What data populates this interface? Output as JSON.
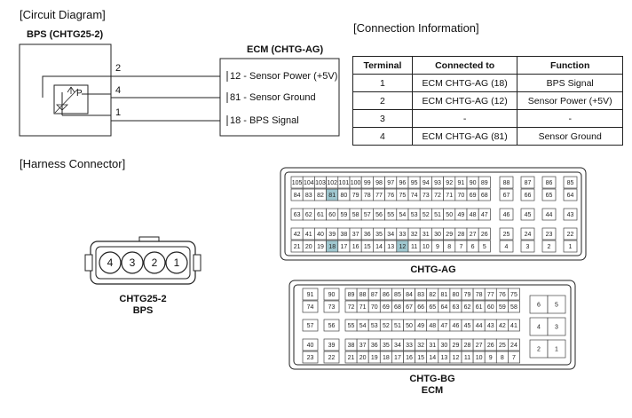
{
  "circuit": {
    "title": "[Circuit Diagram]",
    "bps_label": "BPS (CHTG25-2)",
    "ecm_label": "ECM (CHTG-AG)",
    "wires": [
      {
        "bps_pin": "2",
        "ecm_pin": "12",
        "name": "Sensor Power (+5V)"
      },
      {
        "bps_pin": "4",
        "ecm_pin": "81",
        "name": "Sensor Ground"
      },
      {
        "bps_pin": "1",
        "ecm_pin": "18",
        "name": "BPS Signal"
      }
    ],
    "ecm_lines": [
      "12 - Sensor Power (+5V)",
      "81 - Sensor Ground",
      "18 - BPS Signal"
    ],
    "sensor_symbol": "P"
  },
  "connection": {
    "title": "[Connection Information]",
    "headers": [
      "Terminal",
      "Connected to",
      "Function"
    ],
    "rows": [
      [
        "1",
        "ECM CHTG-AG (18)",
        "BPS Signal"
      ],
      [
        "2",
        "ECM CHTG-AG (12)",
        "Sensor Power (+5V)"
      ],
      [
        "3",
        "-",
        "-"
      ],
      [
        "4",
        "ECM CHTG-AG (81)",
        "Sensor Ground"
      ]
    ]
  },
  "harness": {
    "title": "[Harness Connector]",
    "bps_connector": {
      "name": "CHTG25-2",
      "sub": "BPS",
      "pins": [
        "4",
        "3",
        "2",
        "1"
      ]
    },
    "ag": {
      "name": "CHTG-AG",
      "highlighted": [
        "81",
        "18",
        "12"
      ],
      "main_rows": [
        [
          "105",
          "104",
          "103",
          "102",
          "101",
          "100",
          "99",
          "98",
          "97",
          "96",
          "95",
          "94",
          "93",
          "92",
          "91",
          "90",
          "89"
        ],
        [
          "84",
          "83",
          "82",
          "81",
          "80",
          "79",
          "78",
          "77",
          "76",
          "75",
          "74",
          "73",
          "72",
          "71",
          "70",
          "69",
          "68"
        ],
        [
          "63",
          "62",
          "61",
          "60",
          "59",
          "58",
          "57",
          "56",
          "55",
          "54",
          "53",
          "52",
          "51",
          "50",
          "49",
          "48",
          "47"
        ],
        [
          "42",
          "41",
          "40",
          "39",
          "38",
          "37",
          "36",
          "35",
          "34",
          "33",
          "32",
          "31",
          "30",
          "29",
          "28",
          "27",
          "26"
        ],
        [
          "21",
          "20",
          "19",
          "18",
          "17",
          "16",
          "15",
          "14",
          "13",
          "12",
          "11",
          "10",
          "9",
          "8",
          "7",
          "6",
          "5"
        ]
      ],
      "side_rows": [
        [
          "88",
          "87",
          "86",
          "85"
        ],
        [
          "67",
          "66",
          "65",
          "64"
        ],
        [
          "46",
          "45",
          "44",
          "43"
        ],
        [
          "25",
          "24",
          "23",
          "22"
        ],
        [
          "4",
          "3",
          "2",
          "1"
        ]
      ]
    },
    "bg": {
      "name": "CHTG-BG",
      "sub": "ECM",
      "left_rows": [
        [
          "91",
          "90"
        ],
        [
          "74",
          "73"
        ],
        [
          "57",
          "56"
        ],
        [
          "40",
          "39"
        ],
        [
          "23",
          "22"
        ]
      ],
      "main_rows": [
        [
          "89",
          "88",
          "87",
          "86",
          "85",
          "84",
          "83",
          "82",
          "81",
          "80",
          "79",
          "78",
          "77",
          "76",
          "75"
        ],
        [
          "72",
          "71",
          "70",
          "69",
          "68",
          "67",
          "66",
          "65",
          "64",
          "63",
          "62",
          "61",
          "60",
          "59",
          "58"
        ],
        [
          "55",
          "54",
          "53",
          "52",
          "51",
          "50",
          "49",
          "48",
          "47",
          "46",
          "45",
          "44",
          "43",
          "42",
          "41"
        ],
        [
          "38",
          "37",
          "36",
          "35",
          "34",
          "33",
          "32",
          "31",
          "30",
          "29",
          "28",
          "27",
          "26",
          "25",
          "24"
        ],
        [
          "21",
          "20",
          "19",
          "18",
          "17",
          "16",
          "15",
          "14",
          "13",
          "12",
          "11",
          "10",
          "9",
          "8",
          "7"
        ]
      ],
      "right_rows": [
        [
          "6",
          "5"
        ],
        [
          "4",
          "3"
        ],
        [
          "2",
          "1"
        ]
      ]
    }
  }
}
